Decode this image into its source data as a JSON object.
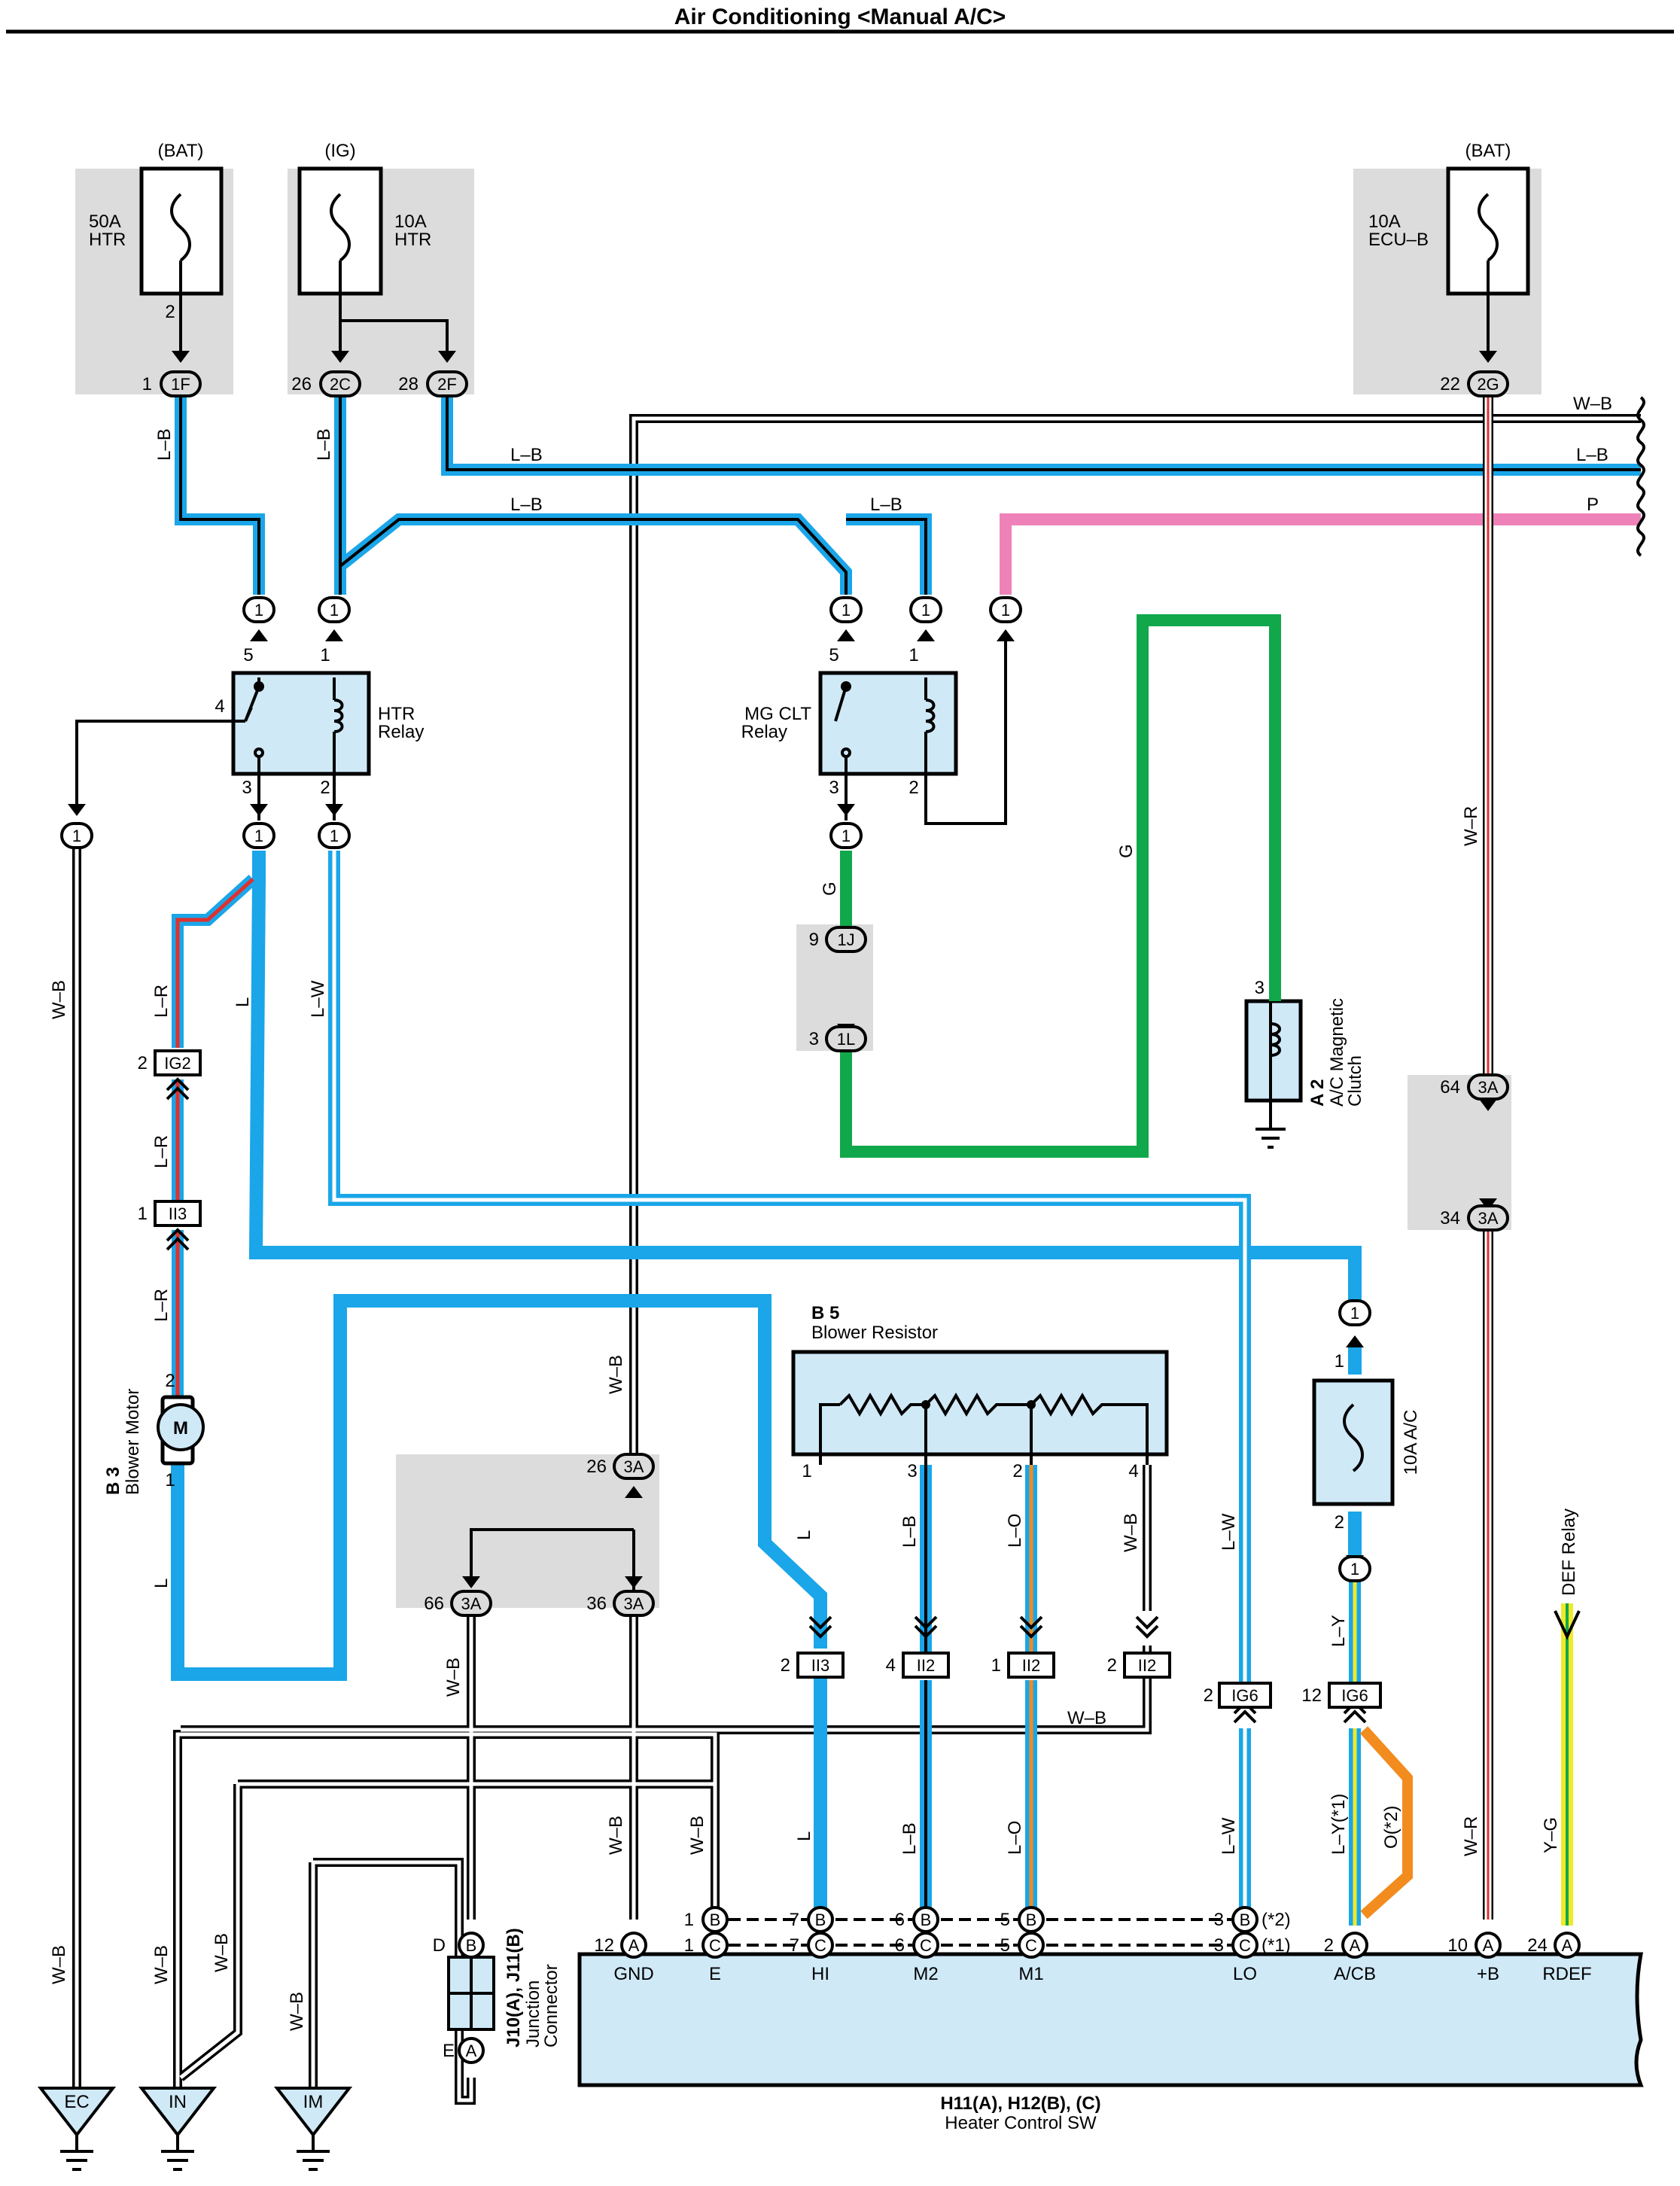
{
  "title": "Air Conditioning <Manual A/C>",
  "colors": {
    "L": "#1aa6e8",
    "P": "#ee82b8",
    "G": "#10a84a",
    "O": "#f28c1e",
    "R": "#e0302e",
    "Y": "#eeea2a",
    "box": "#cfe9f7",
    "gray": "#dcdcdc"
  },
  "sources": {
    "bat1": "(BAT)",
    "ig": "(IG)",
    "bat2": "(BAT)"
  },
  "fuses": {
    "htr50": "50A",
    "htr50_name": "HTR",
    "htr10": "10A",
    "htr10_name": "HTR",
    "ecub": "10A",
    "ecub_name": "ECU–B",
    "ac10": "10A A/C"
  },
  "components": {
    "htr_relay_1": "HTR",
    "htr_relay_2": "Relay",
    "mg_relay_1": "MG CLT",
    "mg_relay_2": "Relay",
    "clutch_code": "A 2",
    "clutch_name_1": "A/C Magnetic",
    "clutch_name_2": "Clutch",
    "resistor_code": "B 5",
    "resistor_name": "Blower Resistor",
    "motor_code": "B 3",
    "motor_name": "Blower Motor",
    "motor_letter": "M",
    "jc_code": "J10(A), J11(B)",
    "jc_name_1": "Junction",
    "jc_name_2": "Connector",
    "sw_code": "H11(A), H12(B), (C)",
    "sw_name": "Heater Control SW",
    "def_relay": "DEF Relay"
  },
  "connectors": {
    "c1F": "1F",
    "c2C": "2C",
    "c2F": "2F",
    "c2G": "2G",
    "c1": "1",
    "c1J": "1J",
    "c1L": "1L",
    "c3A": "3A",
    "cIG2": "IG2",
    "cII3": "II3",
    "cII2": "II2",
    "cIG6": "IG6",
    "cA": "A",
    "cB": "B",
    "cC": "C",
    "cD": "D",
    "cE": "E"
  },
  "pins": {
    "p1": "1",
    "p2": "2",
    "p3": "3",
    "p4": "4",
    "p5": "5",
    "p6": "6",
    "p7": "7",
    "p9": "9",
    "p10": "10",
    "p12": "12",
    "p22": "22",
    "p24": "24",
    "p26": "26",
    "p28": "28",
    "p34": "34",
    "p36": "36",
    "p64": "64",
    "p66": "66"
  },
  "wires": {
    "LB": "L–B",
    "WB": "W–B",
    "P": "P",
    "G": "G",
    "WR": "W–R",
    "LR": "L–R",
    "L": "L",
    "LW": "L–W",
    "LO": "L–O",
    "LY": "L–Y",
    "LY1": "L–Y(*1)",
    "O2": "O(*2)",
    "YG": "Y–G"
  },
  "notes": {
    "n1": "(*1)",
    "n2": "(*2)"
  },
  "switch_terminals": {
    "gnd": "GND",
    "e": "E",
    "hi": "HI",
    "m2": "M2",
    "m1": "M1",
    "lo": "LO",
    "acb": "A/CB",
    "plusb": "+B",
    "rdef": "RDEF"
  },
  "grounds": {
    "ec": "EC",
    "in": "IN",
    "im": "IM"
  }
}
